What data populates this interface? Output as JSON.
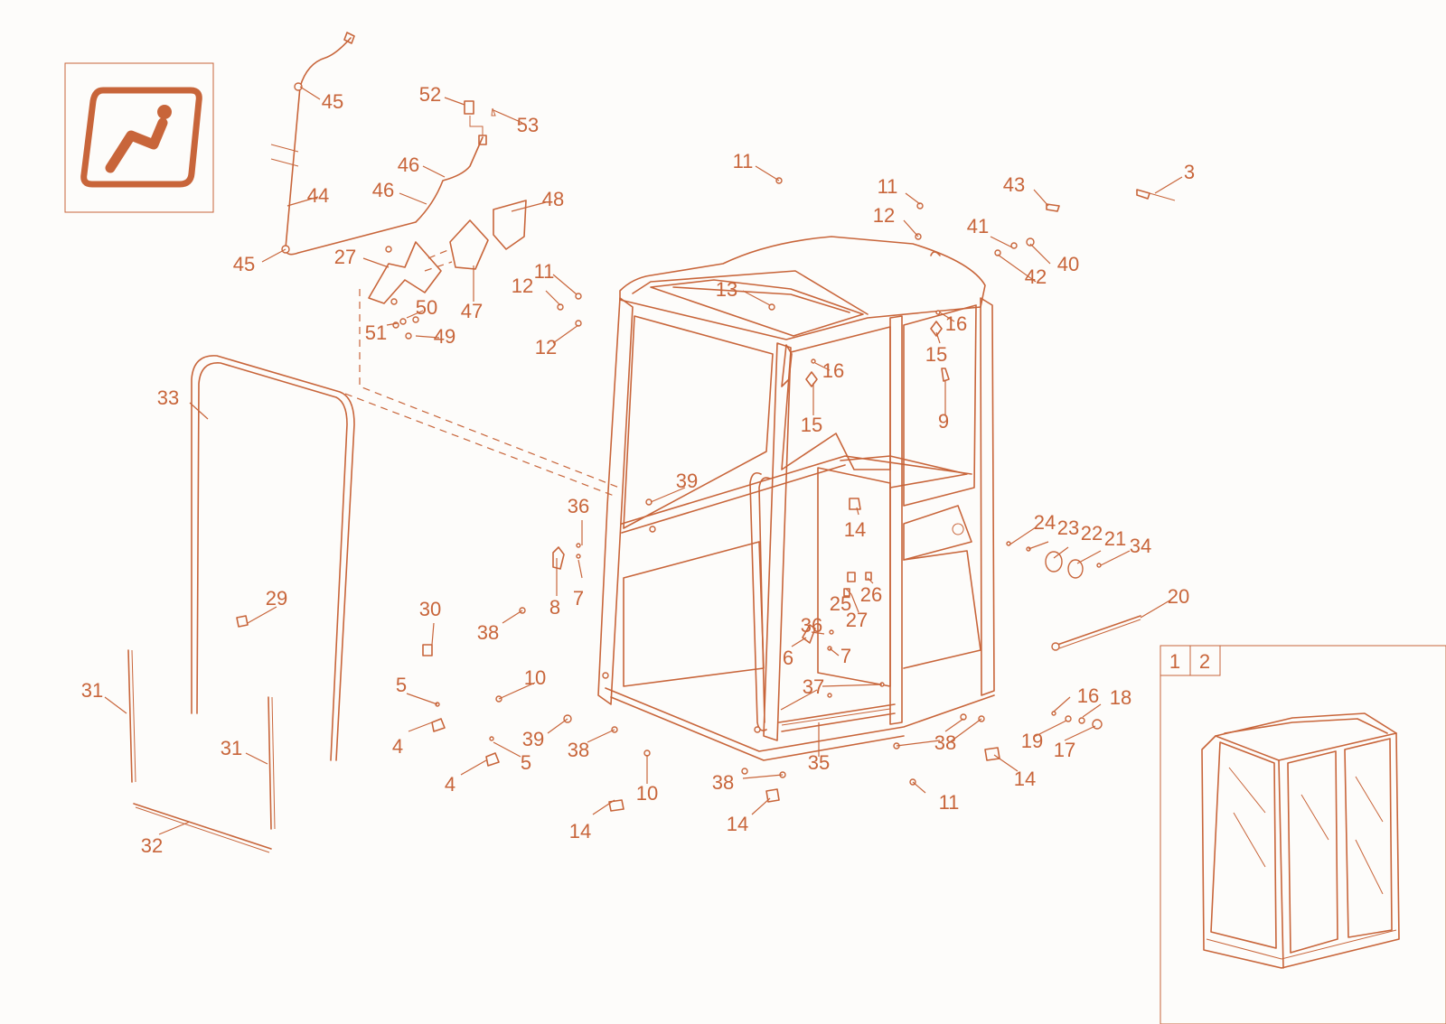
{
  "theme": {
    "accent": "#c8653a",
    "background": "#fdfcfa"
  },
  "icon": {
    "name": "operator-seat-icon"
  },
  "view_tabs": [
    "1",
    "2"
  ],
  "callouts": {
    "45": "45",
    "44": "44",
    "52": "52",
    "53": "53",
    "46": "46",
    "48": "48",
    "27": "27",
    "47": "47",
    "50": "50",
    "51": "51",
    "49": "49",
    "11": "11",
    "12": "12",
    "13": "13",
    "43": "43",
    "3": "3",
    "41": "41",
    "40": "40",
    "42": "42",
    "16": "16",
    "15": "15",
    "9": "9",
    "33": "33",
    "39": "39",
    "36": "36",
    "7": "7",
    "8": "8",
    "14": "14",
    "24": "24",
    "23": "23",
    "22": "22",
    "21": "21",
    "34": "34",
    "26": "26",
    "25": "25",
    "20": "20",
    "29": "29",
    "30": "30",
    "38": "38",
    "6": "6",
    "10": "10",
    "5": "5",
    "37": "37",
    "31": "31",
    "4": "4",
    "35": "35",
    "18": "18",
    "19": "19",
    "17": "17",
    "32": "32"
  }
}
